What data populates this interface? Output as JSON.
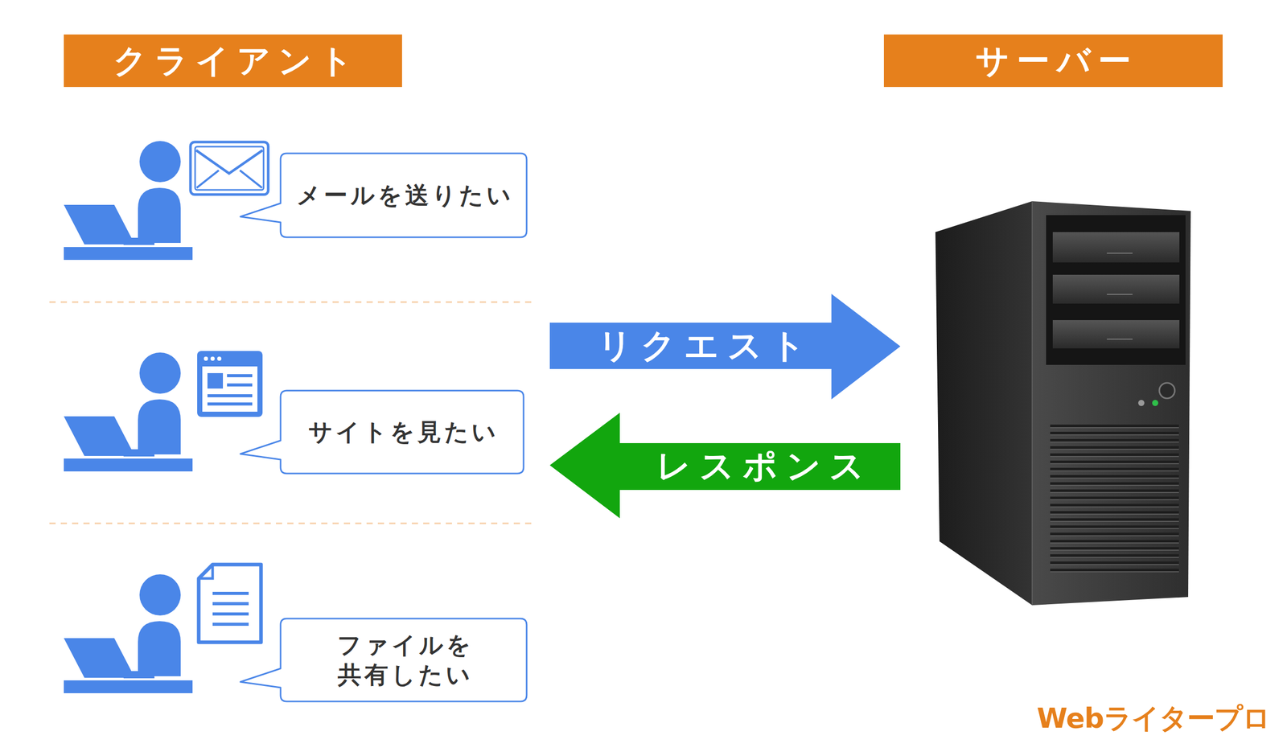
{
  "diagram": {
    "nodes": [
      {
        "text": [
          "クライアント"
        ]
      },
      {
        "text": [
          "サーバー"
        ]
      },
      {
        "text": [
          "メールを送りたい"
        ]
      },
      {
        "text": [
          "リクエスト"
        ]
      },
      {
        "text": [
          "サイトを見たい"
        ]
      },
      {
        "text": [
          "レスポンス"
        ]
      },
      {
        "text": [
          "ファイルを 共有したい"
        ]
      }
    ],
    "labels": [
      "Webライタープロ"
    ]
  }
}
